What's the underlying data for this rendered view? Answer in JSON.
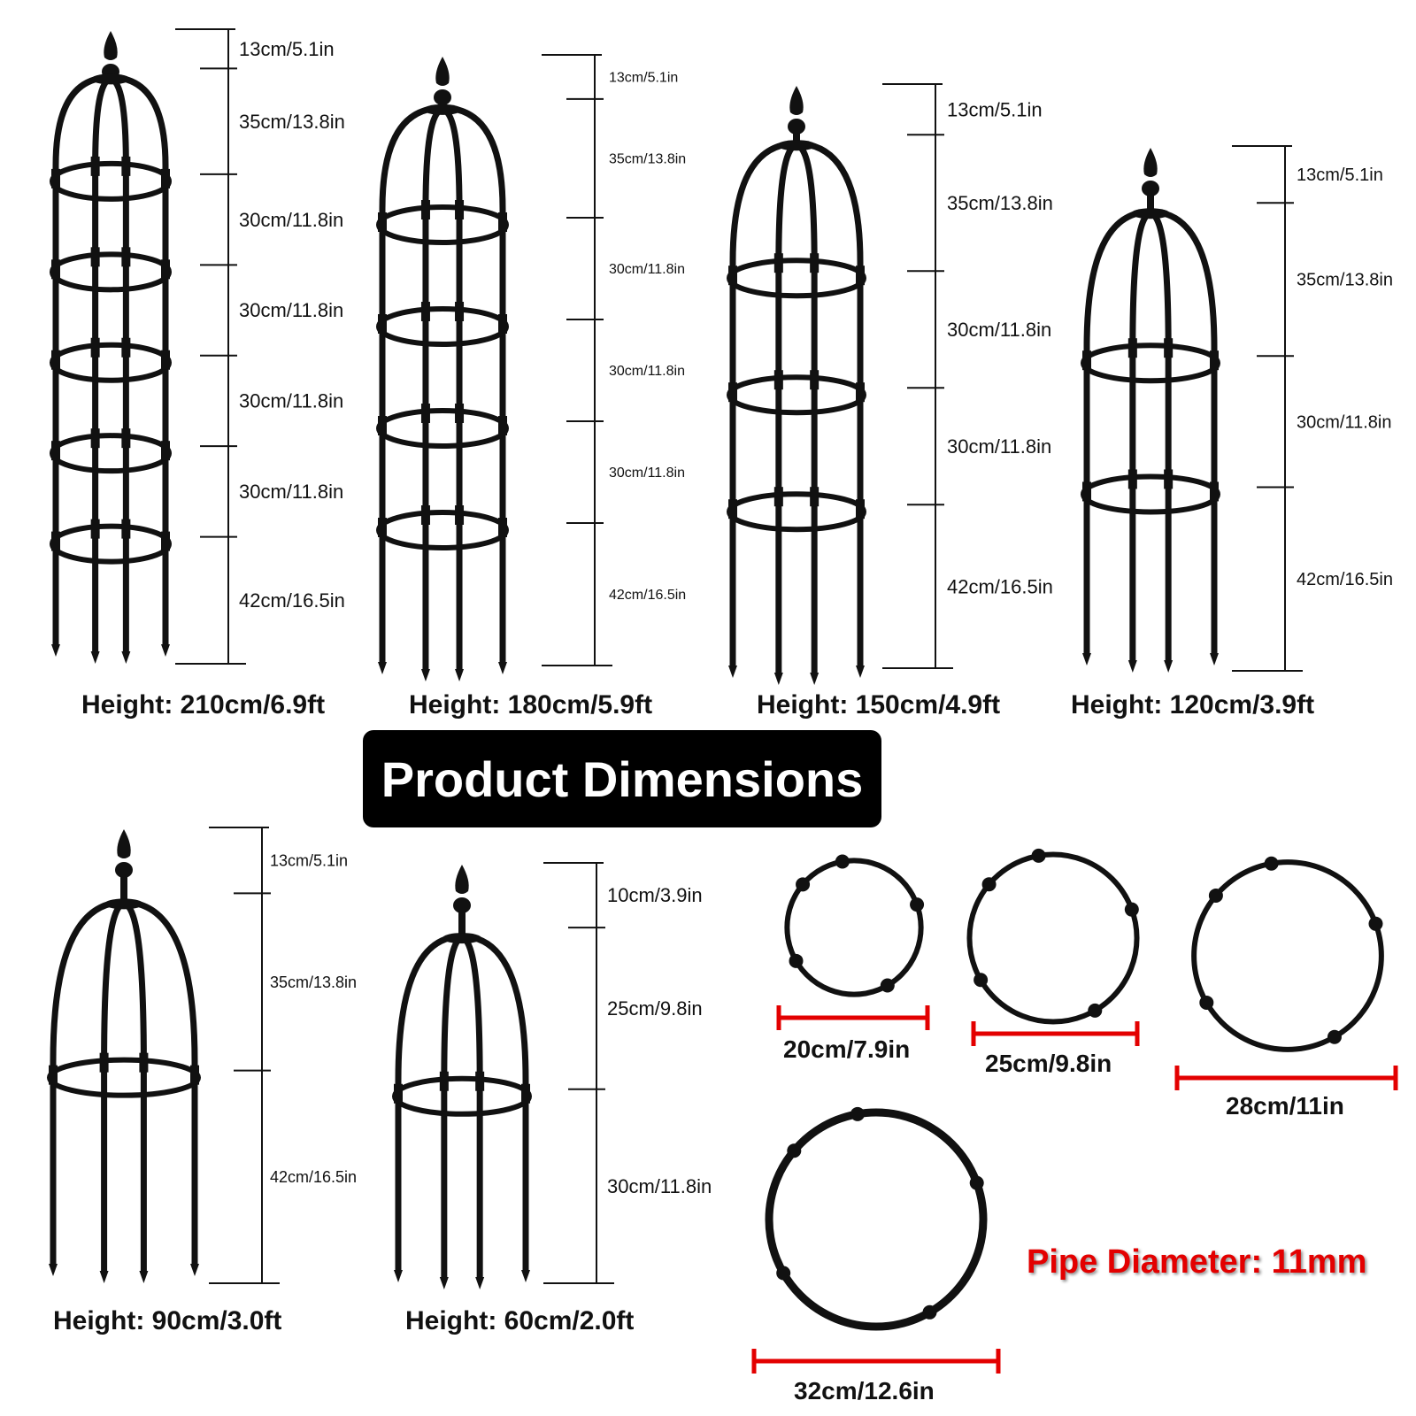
{
  "title": "Product Dimensions",
  "pipe_diameter": "Pipe Diameter: 11mm",
  "colors": {
    "frame": "#111111",
    "accent_red": "#e30000",
    "title_bg": "#000000",
    "title_text": "#ffffff"
  },
  "trellises": [
    {
      "height_label": "Height: 210cm/6.9ft",
      "segments": [
        {
          "cm": 13,
          "label": "13cm/5.1in"
        },
        {
          "cm": 35,
          "label": "35cm/13.8in"
        },
        {
          "cm": 30,
          "label": "30cm/11.8in"
        },
        {
          "cm": 30,
          "label": "30cm/11.8in"
        },
        {
          "cm": 30,
          "label": "30cm/11.8in"
        },
        {
          "cm": 30,
          "label": "30cm/11.8in"
        },
        {
          "cm": 42,
          "label": "42cm/16.5in"
        }
      ]
    },
    {
      "height_label": "Height: 180cm/5.9ft",
      "segments": [
        {
          "cm": 13,
          "label": "13cm/5.1in"
        },
        {
          "cm": 35,
          "label": "35cm/13.8in"
        },
        {
          "cm": 30,
          "label": "30cm/11.8in"
        },
        {
          "cm": 30,
          "label": "30cm/11.8in"
        },
        {
          "cm": 30,
          "label": "30cm/11.8in"
        },
        {
          "cm": 42,
          "label": "42cm/16.5in"
        }
      ]
    },
    {
      "height_label": "Height: 150cm/4.9ft",
      "segments": [
        {
          "cm": 13,
          "label": "13cm/5.1in"
        },
        {
          "cm": 35,
          "label": "35cm/13.8in"
        },
        {
          "cm": 30,
          "label": "30cm/11.8in"
        },
        {
          "cm": 30,
          "label": "30cm/11.8in"
        },
        {
          "cm": 42,
          "label": "42cm/16.5in"
        }
      ]
    },
    {
      "height_label": "Height: 120cm/3.9ft",
      "segments": [
        {
          "cm": 13,
          "label": "13cm/5.1in"
        },
        {
          "cm": 35,
          "label": "35cm/13.8in"
        },
        {
          "cm": 30,
          "label": "30cm/11.8in"
        },
        {
          "cm": 42,
          "label": "42cm/16.5in"
        }
      ]
    },
    {
      "height_label": "Height: 90cm/3.0ft",
      "segments": [
        {
          "cm": 13,
          "label": "13cm/5.1in"
        },
        {
          "cm": 35,
          "label": "35cm/13.8in"
        },
        {
          "cm": 42,
          "label": "42cm/16.5in"
        }
      ]
    },
    {
      "height_label": "Height: 60cm/2.0ft",
      "segments": [
        {
          "cm": 10,
          "label": "10cm/3.9in"
        },
        {
          "cm": 25,
          "label": "25cm/9.8in"
        },
        {
          "cm": 30,
          "label": "30cm/11.8in"
        }
      ]
    }
  ],
  "rings": [
    {
      "cm": 20,
      "label": "20cm/7.9in"
    },
    {
      "cm": 25,
      "label": "25cm/9.8in"
    },
    {
      "cm": 28,
      "label": "28cm/11in"
    },
    {
      "cm": 32,
      "label": "32cm/12.6in"
    }
  ]
}
